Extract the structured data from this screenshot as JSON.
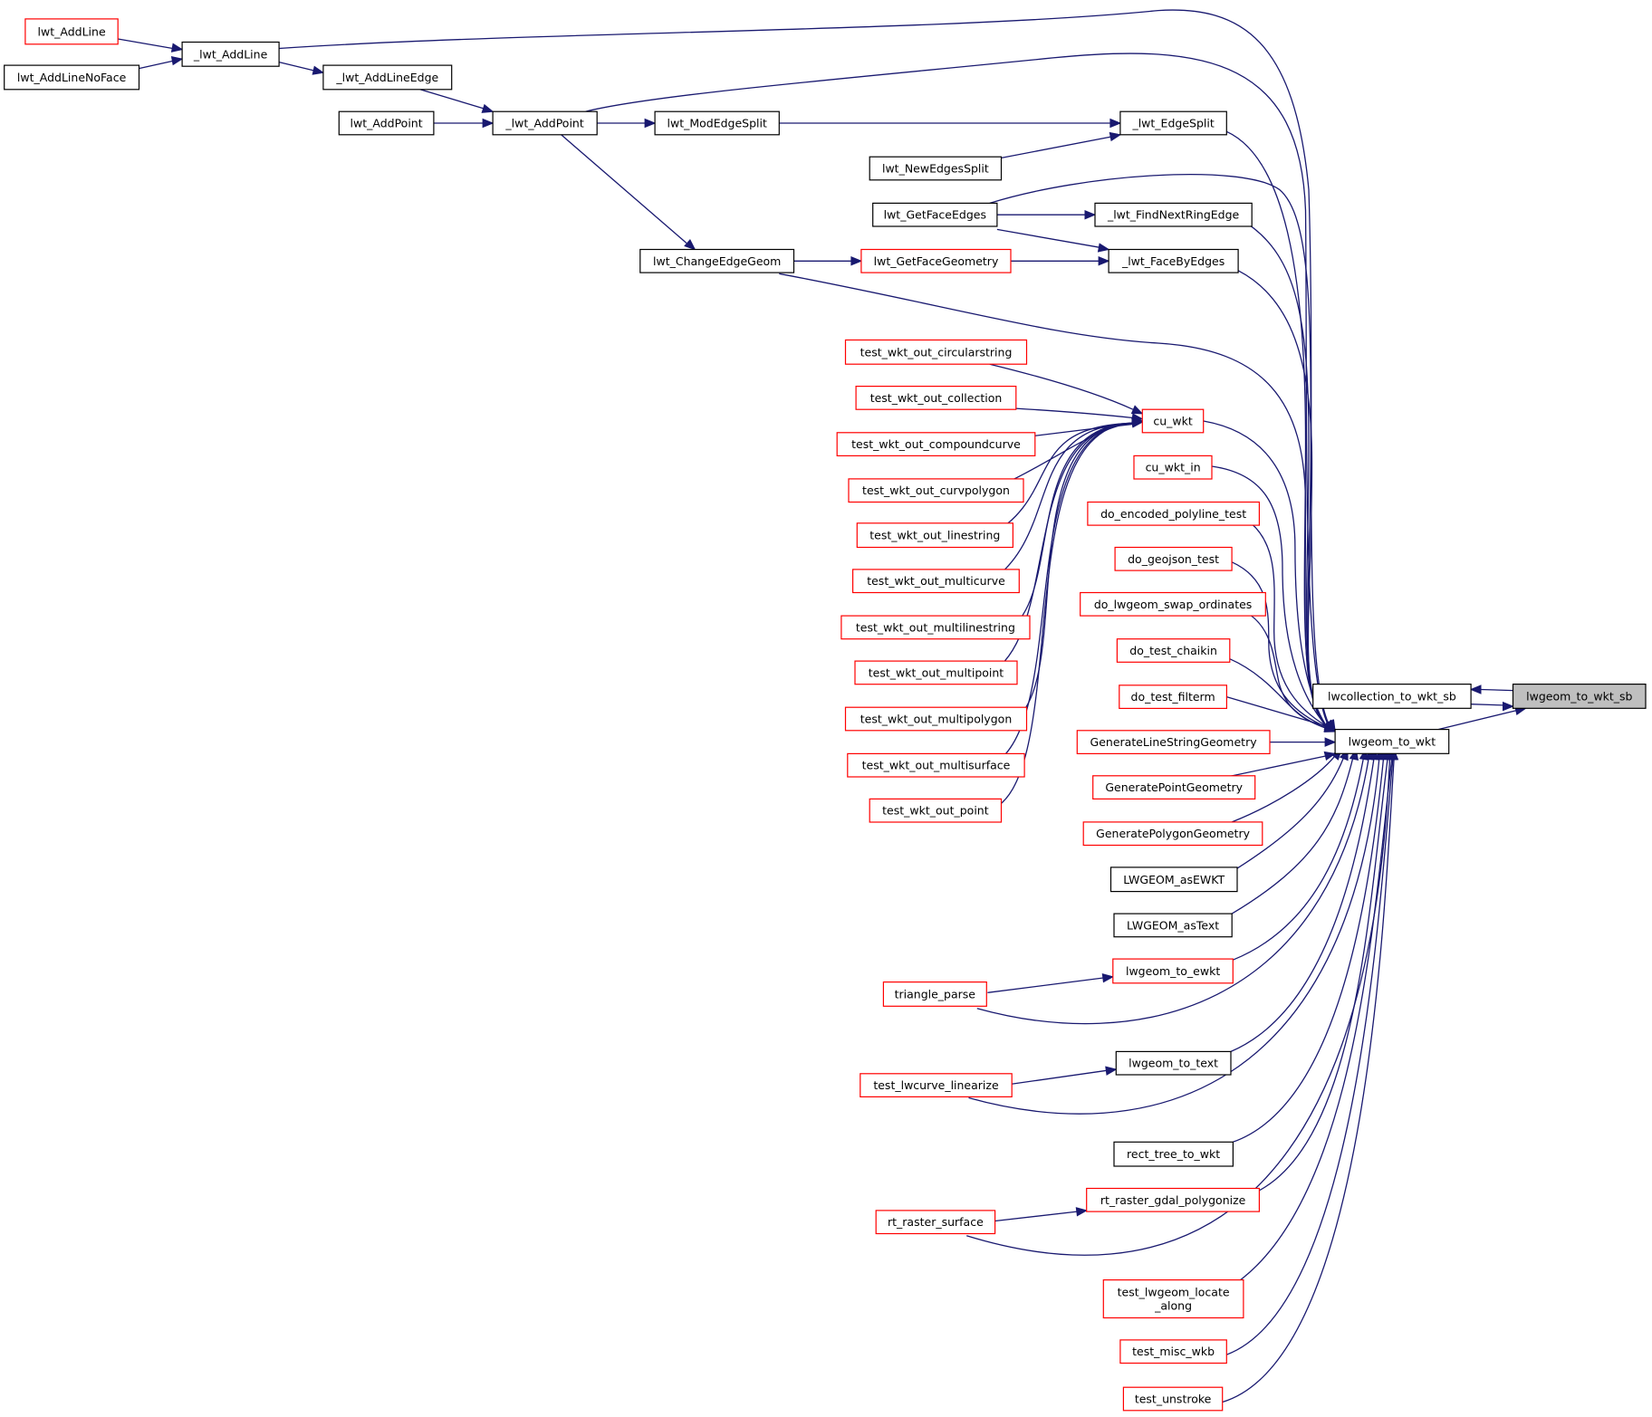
{
  "colors": {
    "edge": "#191970",
    "border_default": "#000000",
    "border_truncated": "#ff0000",
    "root_fill": "#bfbfbf"
  },
  "nodes": {
    "lwt_AddLine": {
      "label": "lwt_AddLine",
      "truncated": true
    },
    "_lwt_AddLine": {
      "label": "_lwt_AddLine"
    },
    "lwt_AddLineNoFace": {
      "label": "lwt_AddLineNoFace"
    },
    "_lwt_AddLineEdge": {
      "label": "_lwt_AddLineEdge"
    },
    "lwt_AddPoint": {
      "label": "lwt_AddPoint"
    },
    "_lwt_AddPoint": {
      "label": "_lwt_AddPoint"
    },
    "lwt_ModEdgeSplit": {
      "label": "lwt_ModEdgeSplit"
    },
    "_lwt_EdgeSplit": {
      "label": "_lwt_EdgeSplit"
    },
    "lwt_NewEdgesSplit": {
      "label": "lwt_NewEdgesSplit"
    },
    "lwt_GetFaceEdges": {
      "label": "lwt_GetFaceEdges"
    },
    "_lwt_FindNextRingEdge": {
      "label": "_lwt_FindNextRingEdge"
    },
    "lwt_ChangeEdgeGeom": {
      "label": "lwt_ChangeEdgeGeom"
    },
    "lwt_GetFaceGeometry": {
      "label": "lwt_GetFaceGeometry",
      "truncated": true
    },
    "_lwt_FaceByEdges": {
      "label": "_lwt_FaceByEdges"
    },
    "test_wkt_out_circularstring": {
      "label": "test_wkt_out_circularstring",
      "truncated": true
    },
    "test_wkt_out_collection": {
      "label": "test_wkt_out_collection",
      "truncated": true
    },
    "test_wkt_out_compoundcurve": {
      "label": "test_wkt_out_compoundcurve",
      "truncated": true
    },
    "test_wkt_out_curvpolygon": {
      "label": "test_wkt_out_curvpolygon",
      "truncated": true
    },
    "test_wkt_out_linestring": {
      "label": "test_wkt_out_linestring",
      "truncated": true
    },
    "test_wkt_out_multicurve": {
      "label": "test_wkt_out_multicurve",
      "truncated": true
    },
    "test_wkt_out_multilinestring": {
      "label": "test_wkt_out_multilinestring",
      "truncated": true
    },
    "test_wkt_out_multipoint": {
      "label": "test_wkt_out_multipoint",
      "truncated": true
    },
    "test_wkt_out_multipolygon": {
      "label": "test_wkt_out_multipolygon",
      "truncated": true
    },
    "test_wkt_out_multisurface": {
      "label": "test_wkt_out_multisurface",
      "truncated": true
    },
    "test_wkt_out_point": {
      "label": "test_wkt_out_point",
      "truncated": true
    },
    "cu_wkt": {
      "label": "cu_wkt",
      "truncated": true
    },
    "cu_wkt_in": {
      "label": "cu_wkt_in",
      "truncated": true
    },
    "do_encoded_polyline_test": {
      "label": "do_encoded_polyline_test",
      "truncated": true
    },
    "do_geojson_test": {
      "label": "do_geojson_test",
      "truncated": true
    },
    "do_lwgeom_swap_ordinates": {
      "label": "do_lwgeom_swap_ordinates",
      "truncated": true
    },
    "do_test_chaikin": {
      "label": "do_test_chaikin",
      "truncated": true
    },
    "do_test_filterm": {
      "label": "do_test_filterm",
      "truncated": true
    },
    "GenerateLineStringGeometry": {
      "label": "GenerateLineStringGeometry",
      "truncated": true
    },
    "GeneratePointGeometry": {
      "label": "GeneratePointGeometry",
      "truncated": true
    },
    "GeneratePolygonGeometry": {
      "label": "GeneratePolygonGeometry",
      "truncated": true
    },
    "LWGEOM_asEWKT": {
      "label": "LWGEOM_asEWKT"
    },
    "LWGEOM_asText": {
      "label": "LWGEOM_asText"
    },
    "triangle_parse": {
      "label": "triangle_parse",
      "truncated": true
    },
    "lwgeom_to_ewkt": {
      "label": "lwgeom_to_ewkt",
      "truncated": true
    },
    "test_lwcurve_linearize": {
      "label": "test_lwcurve_linearize",
      "truncated": true
    },
    "lwgeom_to_text": {
      "label": "lwgeom_to_text"
    },
    "rect_tree_to_wkt": {
      "label": "rect_tree_to_wkt"
    },
    "rt_raster_surface": {
      "label": "rt_raster_surface",
      "truncated": true
    },
    "rt_raster_gdal_polygonize": {
      "label": "rt_raster_gdal_polygonize",
      "truncated": true
    },
    "test_lwgeom_locate_along": {
      "label": "test_lwgeom_locate\n_along",
      "truncated": true
    },
    "test_misc_wkb": {
      "label": "test_misc_wkb",
      "truncated": true
    },
    "test_unstroke": {
      "label": "test_unstroke",
      "truncated": true
    },
    "lwcollection_to_wkt_sb": {
      "label": "lwcollection_to_wkt_sb"
    },
    "lwgeom_to_wkt": {
      "label": "lwgeom_to_wkt"
    },
    "lwgeom_to_wkt_sb": {
      "label": "lwgeom_to_wkt_sb",
      "root": true
    }
  }
}
